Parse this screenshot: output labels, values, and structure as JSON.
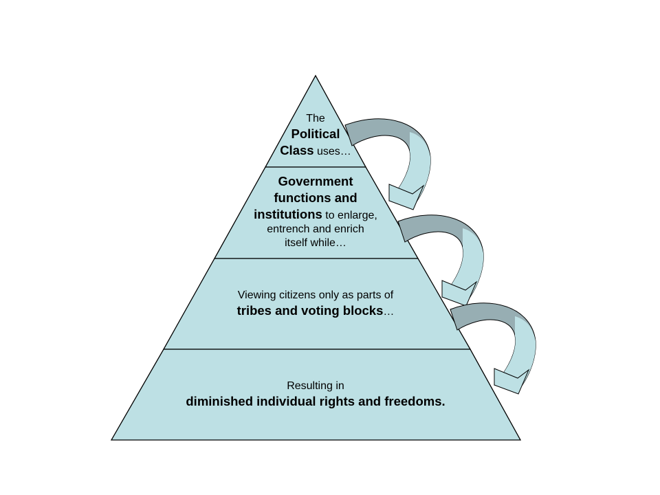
{
  "colors": {
    "layer_fill": "#bde0e4",
    "outline": "#000000",
    "arrow_dark": "#97aeb3",
    "arrow_light": "#bde0e4"
  },
  "layers": [
    {
      "lines": [
        {
          "parts": [
            {
              "text": "The",
              "bold": false
            }
          ]
        },
        {
          "parts": [
            {
              "text": "Political",
              "bold": true
            }
          ]
        },
        {
          "parts": [
            {
              "text": "Class",
              "bold": true
            },
            {
              "text": " uses…",
              "bold": false
            }
          ]
        }
      ]
    },
    {
      "lines": [
        {
          "parts": [
            {
              "text": "Government",
              "bold": true
            }
          ]
        },
        {
          "parts": [
            {
              "text": "functions and",
              "bold": true
            }
          ]
        },
        {
          "parts": [
            {
              "text": "institutions",
              "bold": true
            },
            {
              "text": " to enlarge,",
              "bold": false
            }
          ]
        },
        {
          "parts": [
            {
              "text": "entrench and enrich",
              "bold": false
            }
          ]
        },
        {
          "parts": [
            {
              "text": "itself while…",
              "bold": false
            }
          ]
        }
      ]
    },
    {
      "lines": [
        {
          "parts": [
            {
              "text": "Viewing citizens only as parts of",
              "bold": false
            }
          ]
        },
        {
          "parts": [
            {
              "text": "tribes and voting blocks",
              "bold": true
            },
            {
              "text": "…",
              "bold": false
            }
          ]
        }
      ]
    },
    {
      "lines": [
        {
          "parts": [
            {
              "text": "Resulting in",
              "bold": false
            }
          ]
        },
        {
          "parts": [
            {
              "text": "diminished individual rights and freedoms.",
              "bold": true
            }
          ]
        }
      ]
    }
  ],
  "arrows": [
    {
      "name": "arrow-layer-1-to-2"
    },
    {
      "name": "arrow-layer-2-to-3"
    },
    {
      "name": "arrow-layer-3-to-4"
    }
  ]
}
